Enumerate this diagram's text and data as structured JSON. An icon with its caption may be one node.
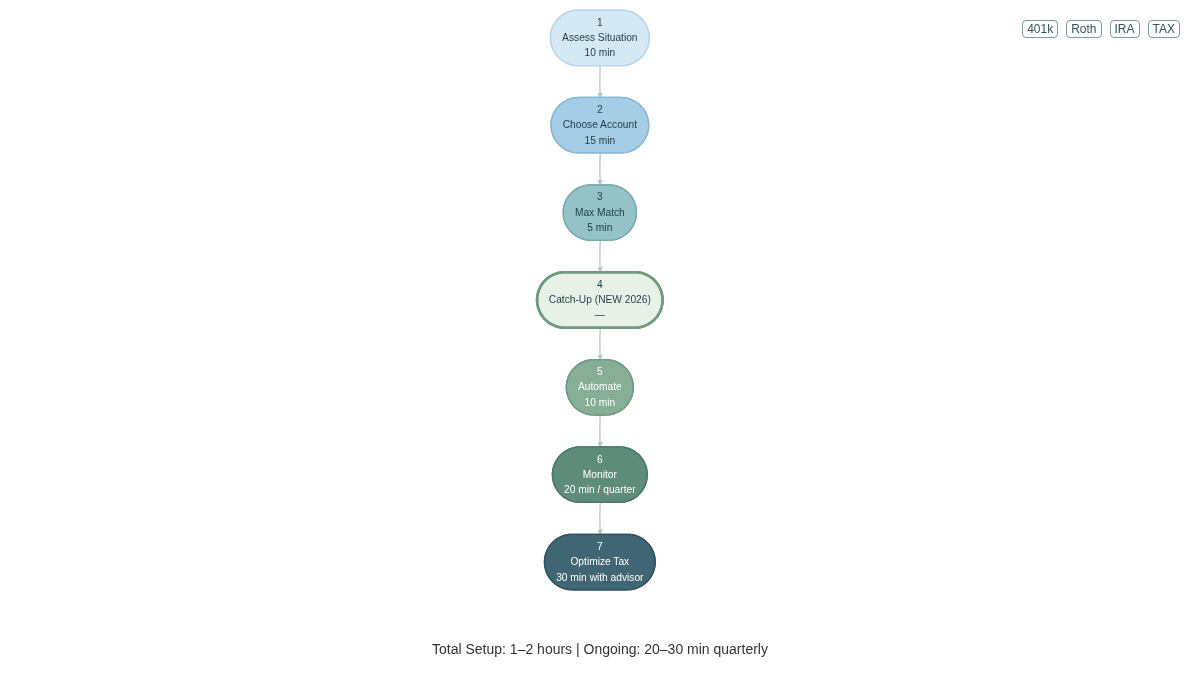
{
  "diagram": {
    "caption": "Total Setup: 1–2 hours | Ongoing: 20–30 min quarterly",
    "nodes": [
      {
        "text": [
          "1",
          "Assess Situation",
          "10 min"
        ]
      },
      {
        "text": [
          "2",
          "Choose Account",
          "15 min"
        ]
      },
      {
        "text": [
          "3",
          "Max Match",
          "5 min"
        ]
      },
      {
        "text": [
          "4",
          "Catch-Up (NEW 2026)",
          "—"
        ]
      },
      {
        "text": [
          "5",
          "Automate",
          "10 min"
        ]
      },
      {
        "text": [
          "6",
          "Monitor",
          "20 min / quarter"
        ]
      },
      {
        "text": [
          "7",
          "Optimize Tax",
          "30 min with advisor"
        ]
      }
    ],
    "edges": [
      {
        "from": 0,
        "to": 1,
        "arrow": "to"
      },
      {
        "from": 1,
        "to": 2,
        "arrow": "to"
      },
      {
        "from": 2,
        "to": 3,
        "arrow": "to"
      },
      {
        "from": 3,
        "to": 4,
        "arrow": "to"
      },
      {
        "from": 4,
        "to": 5,
        "arrow": "to"
      },
      {
        "from": 5,
        "to": 6,
        "arrow": "to"
      }
    ],
    "labels": [
      "401k",
      "Roth",
      "IRA",
      "TAX"
    ]
  }
}
